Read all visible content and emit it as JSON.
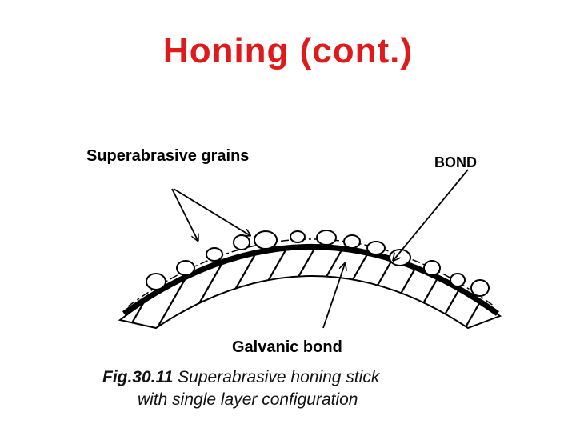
{
  "slide": {
    "title": "Honing (cont.)",
    "title_color": "#e01a1a"
  },
  "diagram": {
    "label_grains": "Superabrasive grains",
    "label_bond": "BOND",
    "label_galvanic": "Galvanic bond"
  },
  "caption": {
    "fig_number": "Fig.30.11",
    "line1": "Superabrasive honing stick",
    "line2": "with single layer configuration"
  }
}
